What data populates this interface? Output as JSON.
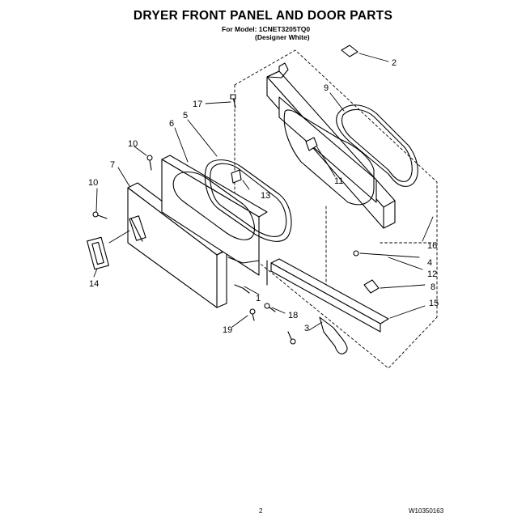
{
  "header": {
    "title": "DRYER FRONT PANEL AND DOOR PARTS",
    "model": "For Model: 1CNET3205TQ0",
    "variant": "(Designer White)"
  },
  "footer": {
    "page_number": "2",
    "doc_code": "W10350163"
  },
  "callouts": [
    "1",
    "2",
    "3",
    "4",
    "5",
    "6",
    "7",
    "8",
    "9",
    "10",
    "10",
    "11",
    "12",
    "13",
    "14",
    "15",
    "16",
    "17",
    "18",
    "19"
  ]
}
